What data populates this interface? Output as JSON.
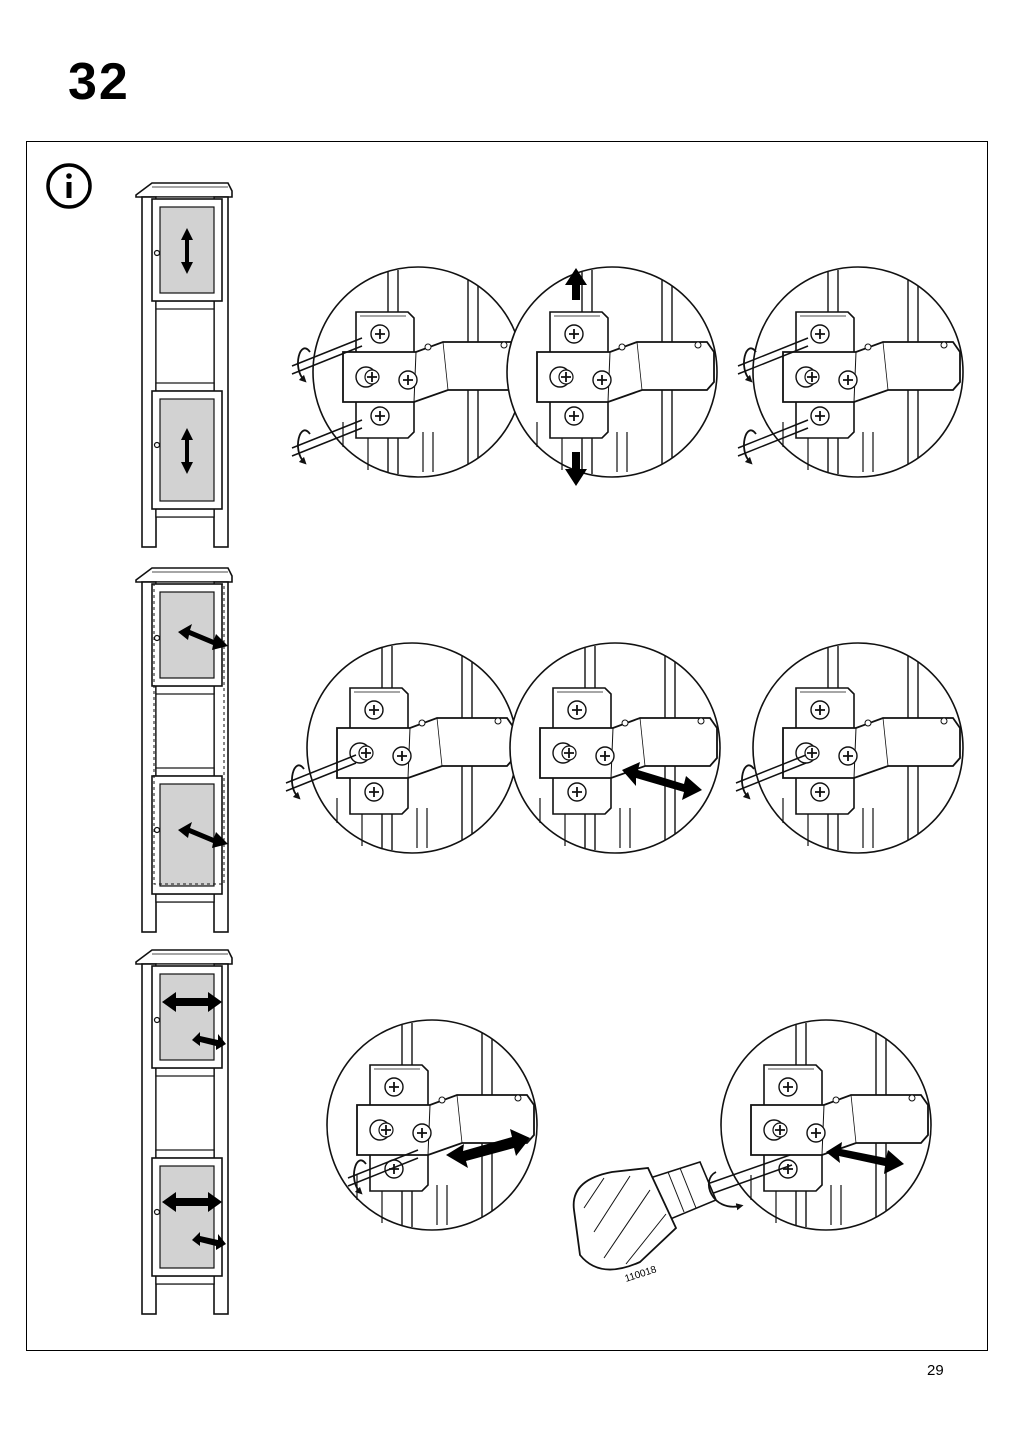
{
  "step": {
    "number": "32"
  },
  "page": {
    "number": "29"
  },
  "info": {
    "icon": "info-icon"
  },
  "tool": {
    "part_number": "110018",
    "icon": "screwdriver-icon"
  },
  "rows": [
    {
      "name": "vertical-adjustment",
      "icon": "vertical-arrow-icon"
    },
    {
      "name": "depth-adjustment",
      "icon": "depth-arrow-icon"
    },
    {
      "name": "horizontal-adjustment",
      "icon": "horizontal-arrow-icon"
    }
  ]
}
